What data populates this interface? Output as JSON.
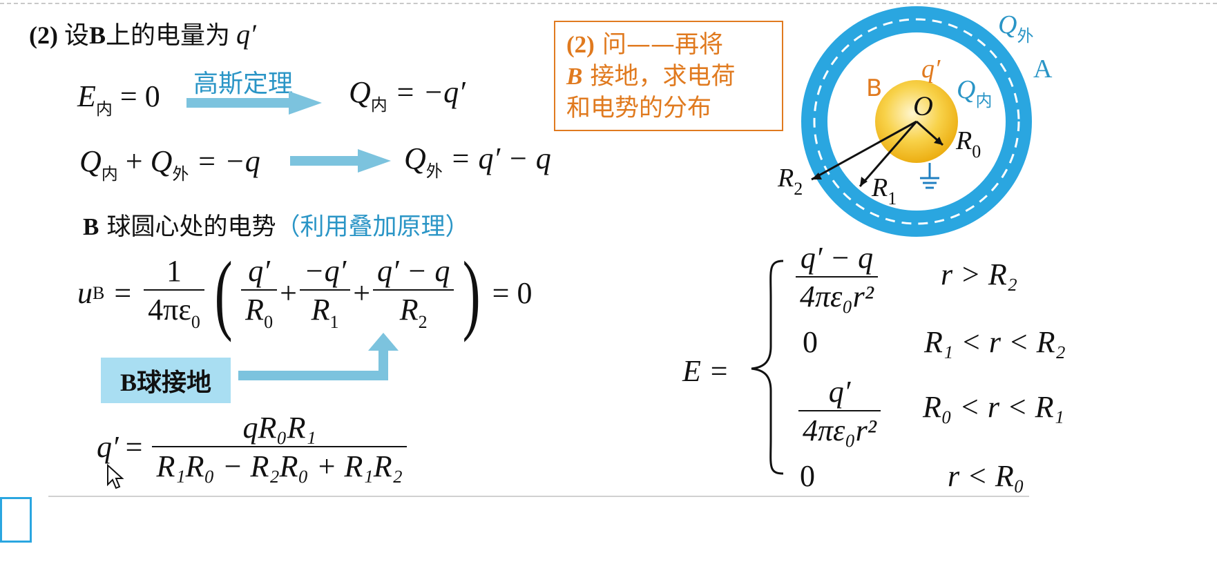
{
  "header": {
    "step": "(2)",
    "title_prefix": "设",
    "title_b": "B",
    "title_suffix": "上的电量为",
    "title_var": "q′"
  },
  "gauss_label": "高斯定理",
  "eq1": {
    "lhs_E": "E",
    "lhs_sub": "内",
    "lhs_rest": "= 0",
    "rhs_Q": "Q",
    "rhs_sub": "内",
    "rhs_rest": "= −q′"
  },
  "eq2": {
    "Q1": "Q",
    "sub1": "内",
    "plus": "+",
    "Q2": "Q",
    "sub2": "外",
    "rest": "= −q",
    "rhs_Q": "Q",
    "rhs_sub": "外",
    "rhs_rest": "= q′ − q"
  },
  "potential_heading": {
    "b": "B",
    "text": " 球圆心处的电势",
    "note": "（利用叠加原理）"
  },
  "uB_eq": {
    "lhs": "u",
    "lhs_sub": "B",
    "eq": "=",
    "coef_num": "1",
    "coef_den": "4πε",
    "coef_den_sub": "0",
    "lparen": "(",
    "rparen": ")",
    "t1_num": "q′",
    "t1_den": "R",
    "t1_den_sub": "0",
    "plus1": "+",
    "t2_num": "−q′",
    "t2_den": "R",
    "t2_den_sub": "1",
    "plus2": "+",
    "t3_num": "q′ − q",
    "t3_den": "R",
    "t3_den_sub": "2",
    "result": "= 0"
  },
  "ground_label": "B球接地",
  "qprime_eq": {
    "lhs": "q′",
    "eq": "=",
    "num": "qR₀R₁",
    "den": "R₁R₀ − R₂R₀ + R₁R₂"
  },
  "question_box": {
    "line1_step": "(2)",
    "line1_text": " 问——再将",
    "line2_b": "B",
    "line2_text": " 接地，求电荷",
    "line3": "和电势的分布"
  },
  "diagram": {
    "Q_outer": "Q",
    "Q_outer_sub": "外",
    "A": "A",
    "q_prime": "q′",
    "B": "B",
    "O": "O",
    "Q_inner": "Q",
    "Q_inner_sub": "内",
    "R0": "R",
    "R0_sub": "0",
    "R1": "R",
    "R1_sub": "1",
    "R2": "R",
    "R2_sub": "2",
    "colors": {
      "shell": "#2aa6e0",
      "sphere": "#f6c21a",
      "label_blue": "#2a95c6",
      "label_orange": "#e07a1f"
    }
  },
  "field": {
    "lhs": "E =",
    "cases": [
      {
        "expr_num": "q′ − q",
        "expr_den": "4πε₀r²",
        "cond": "r > R₂"
      },
      {
        "expr": "0",
        "cond": "R₁ < r < R₂"
      },
      {
        "expr_num": "q′",
        "expr_den": "4πε₀r²",
        "cond": "R₀ < r < R₁"
      },
      {
        "expr": "0",
        "cond": "r < R₀"
      }
    ]
  }
}
